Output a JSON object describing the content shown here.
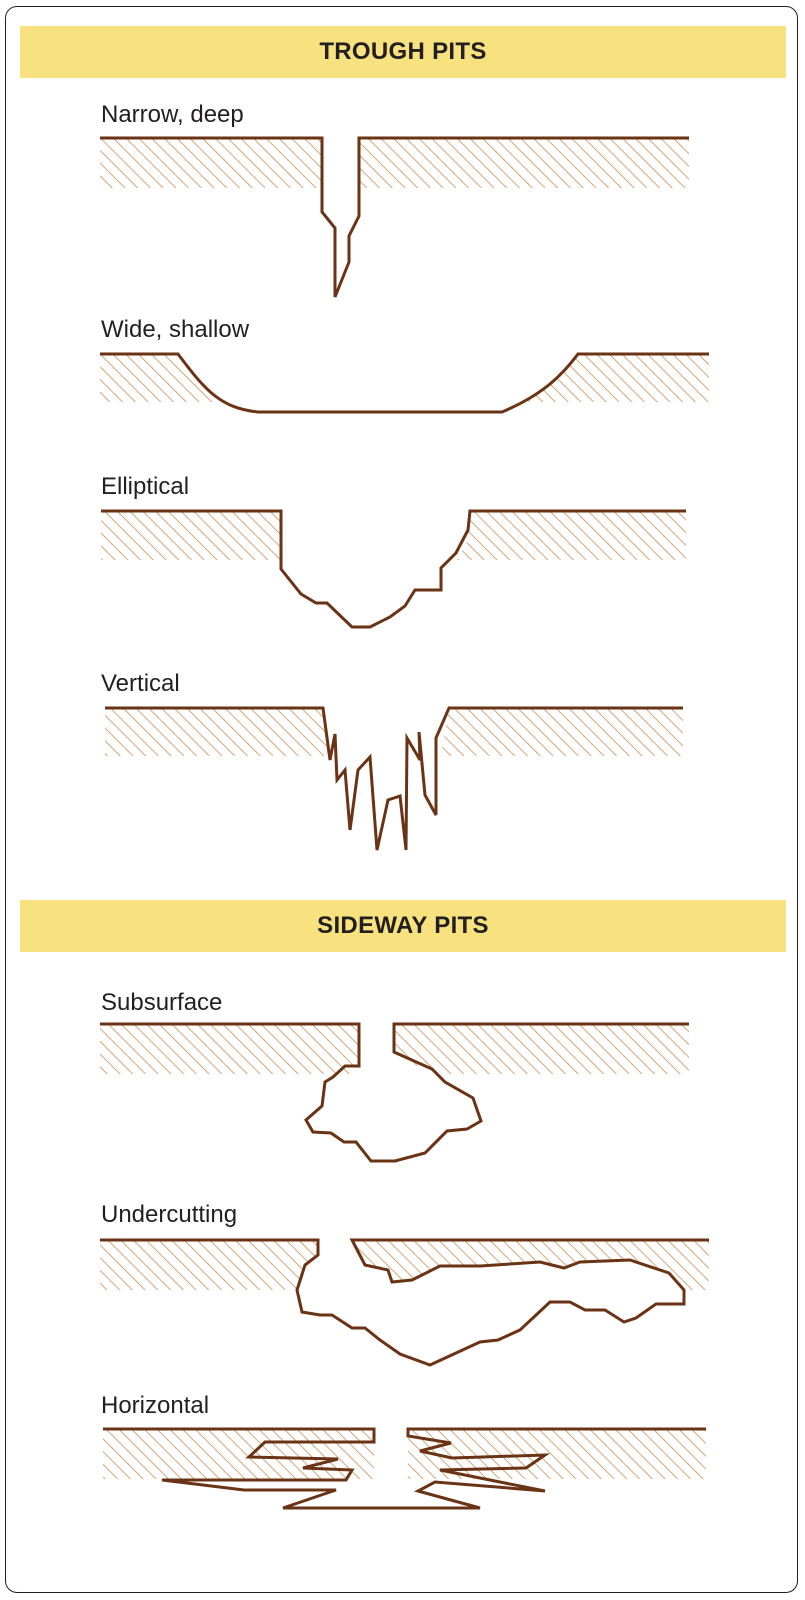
{
  "sections": [
    {
      "heading": "TROUGH PITS",
      "items": [
        {
          "label": "Narrow, deep",
          "icon": "narrow-deep-pit-diagram"
        },
        {
          "label": "Wide, shallow",
          "icon": "wide-shallow-pit-diagram"
        },
        {
          "label": "Elliptical",
          "icon": "elliptical-pit-diagram"
        },
        {
          "label": "Vertical",
          "icon": "vertical-pit-diagram"
        }
      ]
    },
    {
      "heading": "SIDEWAY PITS",
      "items": [
        {
          "label": "Subsurface",
          "icon": "subsurface-pit-diagram"
        },
        {
          "label": "Undercutting",
          "icon": "undercutting-pit-diagram"
        },
        {
          "label": "Horizontal",
          "icon": "horizontal-pit-diagram"
        }
      ]
    }
  ],
  "colors": {
    "banner": "#f8e17f",
    "outline": "#6b3316",
    "hatch": "#c9905a",
    "text": "#231f20"
  }
}
